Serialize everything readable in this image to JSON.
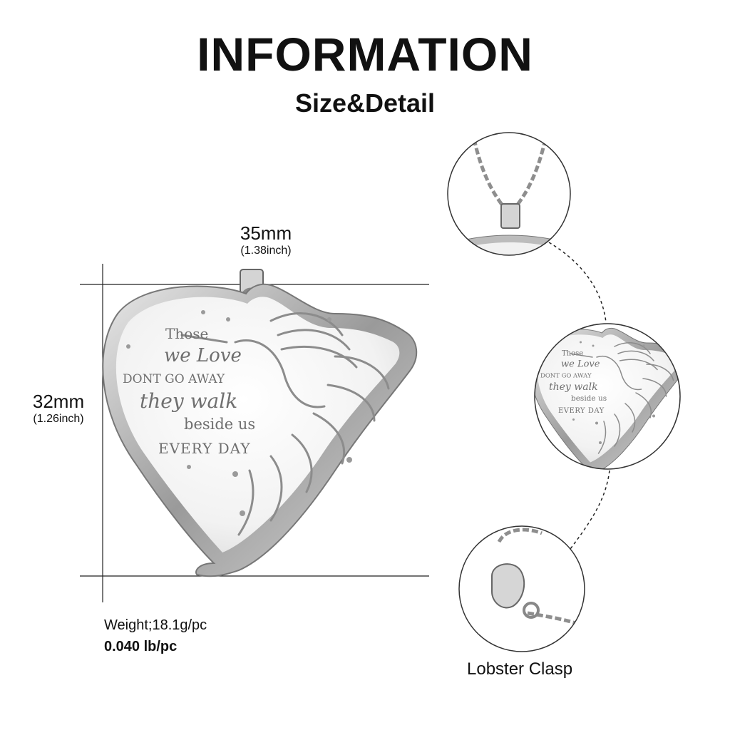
{
  "header": {
    "title": "INFORMATION",
    "subtitle": "Size&Detail"
  },
  "dimensions": {
    "width": {
      "value": "35mm",
      "inch": "(1.38inch)"
    },
    "height": {
      "value": "32mm",
      "inch": "(1.26inch)"
    }
  },
  "weight": {
    "metric": "Weight;18.1g/pc",
    "imperial": "0.040 lb/pc"
  },
  "pendant_text": [
    "Those",
    "we Love",
    "DONT GO AWAY",
    "they walk",
    "beside us",
    "EVERY DAY"
  ],
  "details": {
    "clasp_label": "Lobster Clasp"
  },
  "colors": {
    "metal": "#c9c9c9",
    "metal_dark": "#8a8a8a",
    "line": "#222222"
  }
}
